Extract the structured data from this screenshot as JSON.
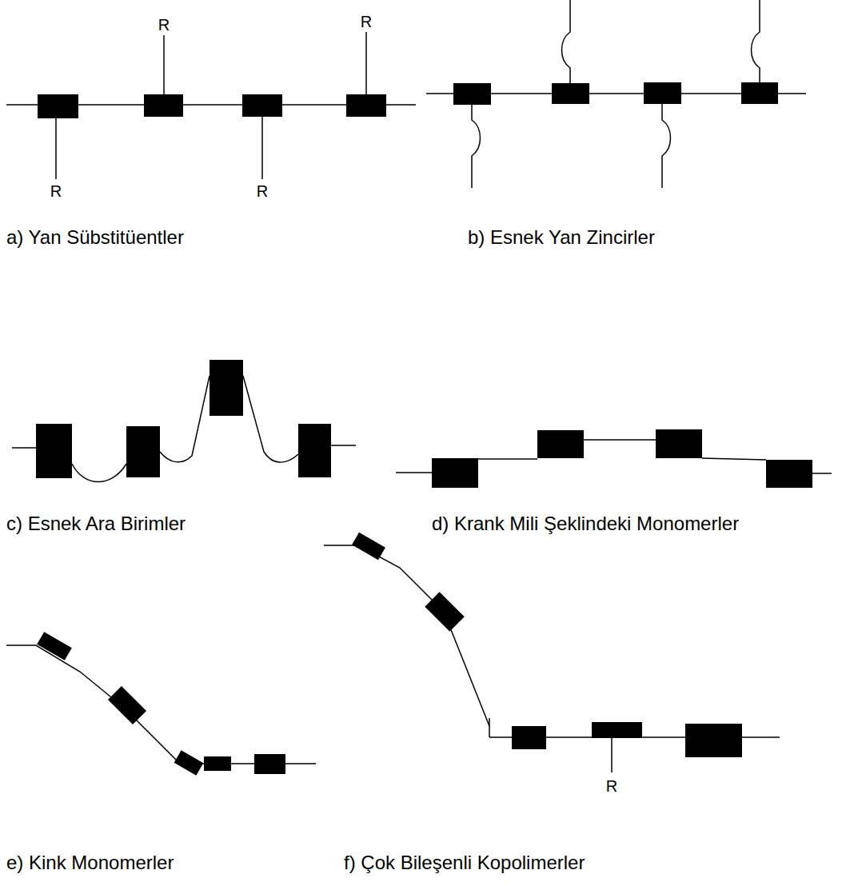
{
  "diagram": {
    "labels": [
      "R",
      "R",
      "R",
      "R",
      "a) Yan Sübstitüentler",
      "b) Esnek Yan Zincirler",
      "c) Esnek Ara Birimler",
      "d) Krank Mili Şeklindeki Monomerler",
      "e) Kink Monomerler",
      "f) Çok Bileşenli Kopolimerler",
      "R"
    ]
  }
}
